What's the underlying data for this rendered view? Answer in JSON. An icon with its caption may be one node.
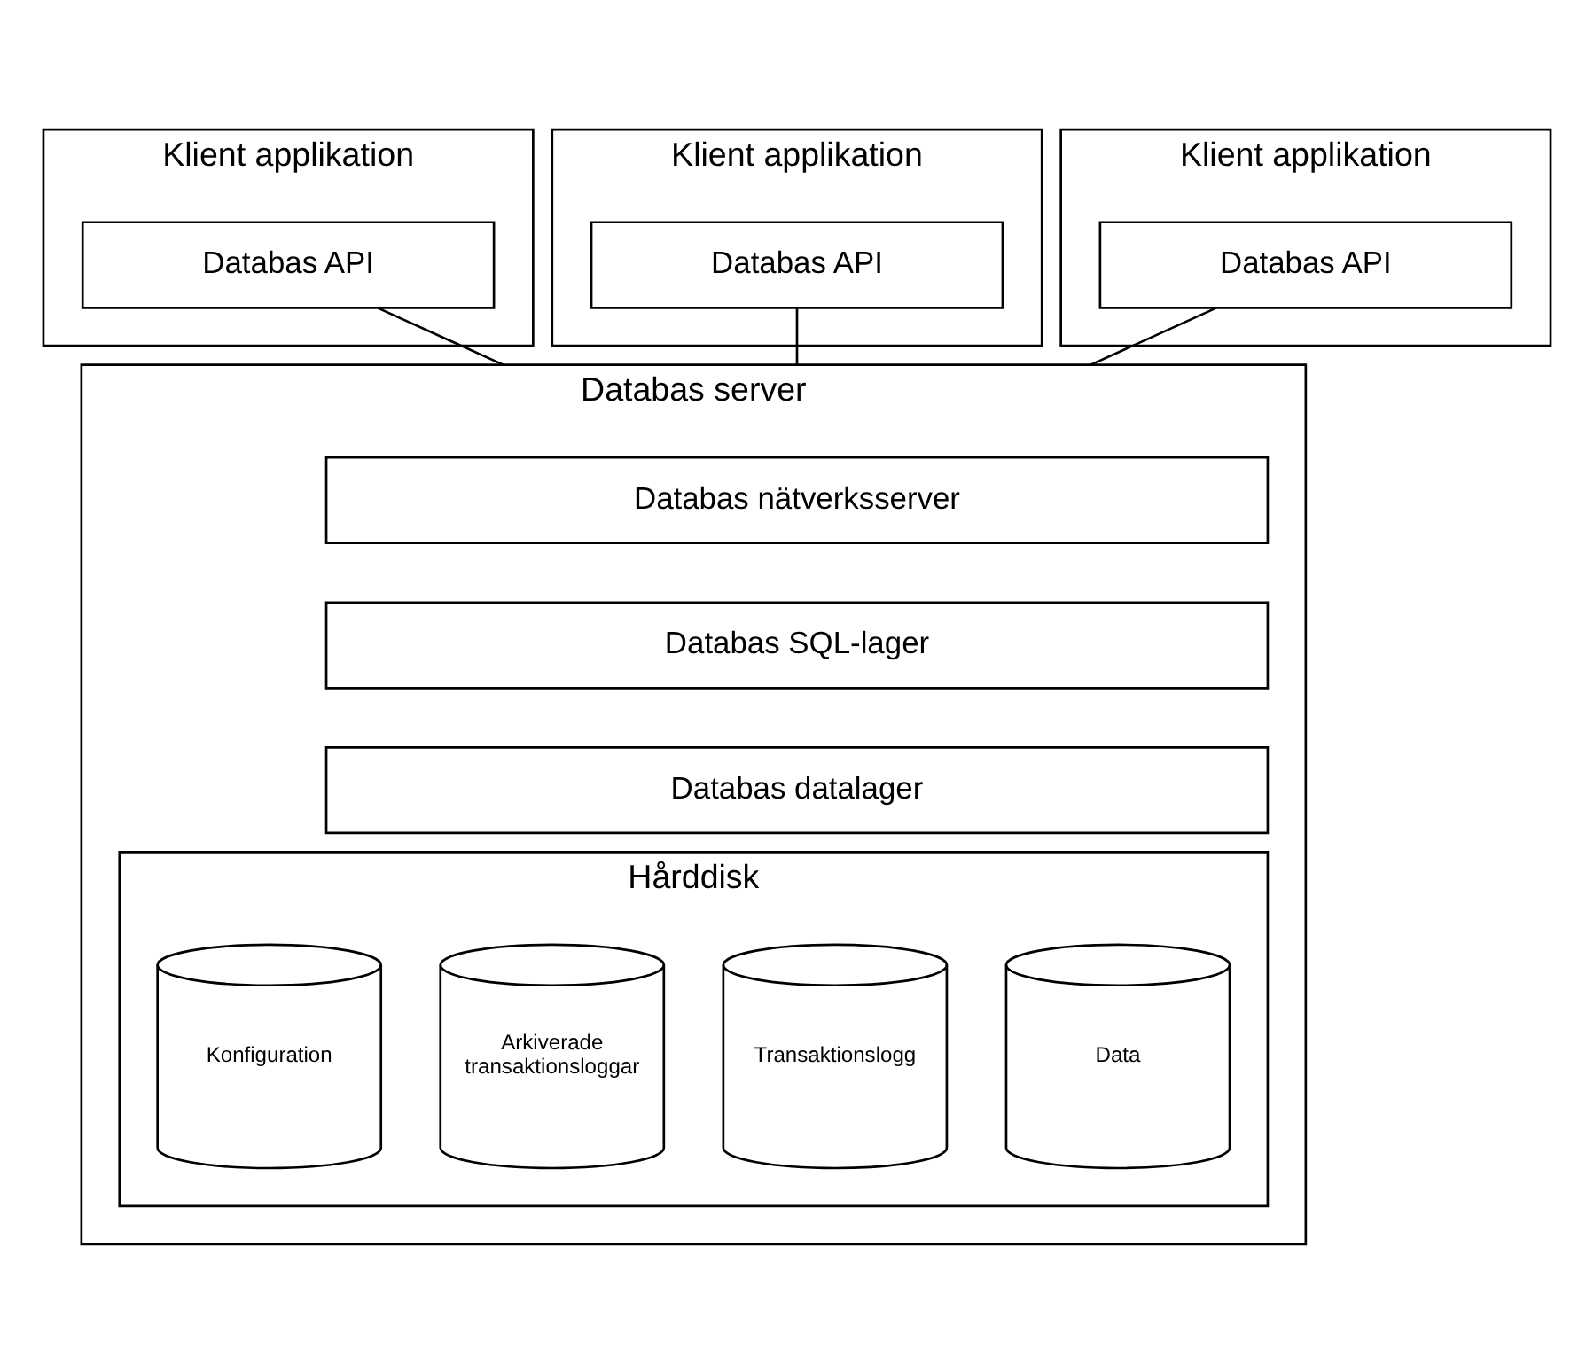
{
  "diagram": {
    "nodes": [
      {
        "text": [
          "Klient applikation"
        ]
      },
      {
        "text": [
          "Databas API"
        ],
        "in": 0
      },
      {
        "text": [
          "Klient applikation"
        ]
      },
      {
        "text": [
          "Databas API"
        ],
        "in": 2
      },
      {
        "text": [
          "Klient applikation"
        ]
      },
      {
        "text": [
          "Databas API"
        ],
        "in": 4
      },
      {
        "text": [
          "Databas server"
        ]
      },
      {
        "text": [
          "Databas nätverksserver"
        ],
        "in": 6
      },
      {
        "text": [
          "Databas SQL-lager"
        ],
        "in": 6
      },
      {
        "text": [
          "Databas datalager"
        ],
        "in": 6
      },
      {
        "text": [
          "Hårddisk"
        ],
        "in": 6
      },
      {
        "text": [
          "Data"
        ],
        "in": 10
      },
      {
        "text": [
          "Transaktionslogg"
        ],
        "in": 10
      },
      {
        "text": [
          "Arkiverade transaktionsloggar"
        ],
        "in": 10
      },
      {
        "text": [
          "Konfiguration"
        ],
        "in": 10
      }
    ],
    "edges": [
      {
        "from": 1,
        "to": 6,
        "arrow": "none"
      },
      {
        "from": 3,
        "to": 6,
        "arrow": "none"
      },
      {
        "from": 5,
        "to": 6,
        "arrow": "none"
      }
    ]
  }
}
